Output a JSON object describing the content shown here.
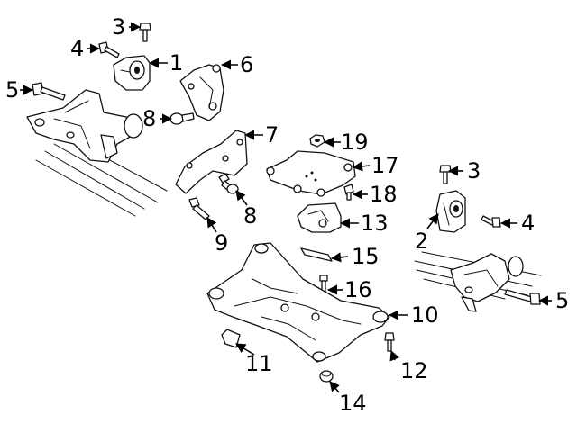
{
  "callouts": [
    {
      "id": "c1",
      "text": "1"
    },
    {
      "id": "c2",
      "text": "2"
    },
    {
      "id": "c3a",
      "text": "3"
    },
    {
      "id": "c3b",
      "text": "3"
    },
    {
      "id": "c4a",
      "text": "4"
    },
    {
      "id": "c4b",
      "text": "4"
    },
    {
      "id": "c5a",
      "text": "5"
    },
    {
      "id": "c5b",
      "text": "5"
    },
    {
      "id": "c6",
      "text": "6"
    },
    {
      "id": "c7",
      "text": "7"
    },
    {
      "id": "c8a",
      "text": "8"
    },
    {
      "id": "c8b",
      "text": "8"
    },
    {
      "id": "c9",
      "text": "9"
    },
    {
      "id": "c10",
      "text": "10"
    },
    {
      "id": "c11",
      "text": "11"
    },
    {
      "id": "c12",
      "text": "12"
    },
    {
      "id": "c13",
      "text": "13"
    },
    {
      "id": "c14",
      "text": "14"
    },
    {
      "id": "c15",
      "text": "15"
    },
    {
      "id": "c16",
      "text": "16"
    },
    {
      "id": "c17",
      "text": "17"
    },
    {
      "id": "c18",
      "text": "18"
    },
    {
      "id": "c19",
      "text": "19"
    }
  ]
}
